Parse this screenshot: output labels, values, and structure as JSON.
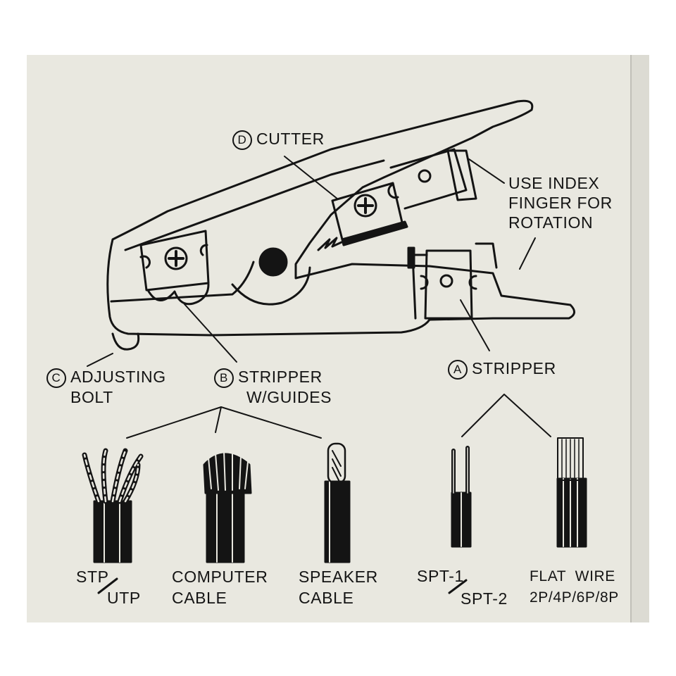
{
  "labels": {
    "cutter": {
      "letter": "D",
      "text": "CUTTER"
    },
    "index_finger": [
      "USE INDEX",
      "FINGER FOR",
      "ROTATION"
    ],
    "adjusting_bolt": {
      "letter": "C",
      "line1": "ADJUSTING",
      "line2": "BOLT"
    },
    "stripper_guides": {
      "letter": "B",
      "line1": "STRIPPER",
      "line2": "W/GUIDES"
    },
    "stripper": {
      "letter": "A",
      "text": "STRIPPER"
    }
  },
  "cables": {
    "stp_utp": {
      "line1": "STP",
      "line2": "UTP"
    },
    "computer": {
      "line1": "COMPUTER",
      "line2": "CABLE"
    },
    "speaker": {
      "line1": "SPEAKER",
      "line2": "CABLE"
    },
    "spt": {
      "line1": "SPT-1",
      "line2": "SPT-2"
    },
    "flat_wire": {
      "line1": "FLAT  WIRE",
      "line2": "2P/4P/6P/8P"
    }
  },
  "colors": {
    "paper": "#e9e8e0",
    "ink": "#141414"
  }
}
